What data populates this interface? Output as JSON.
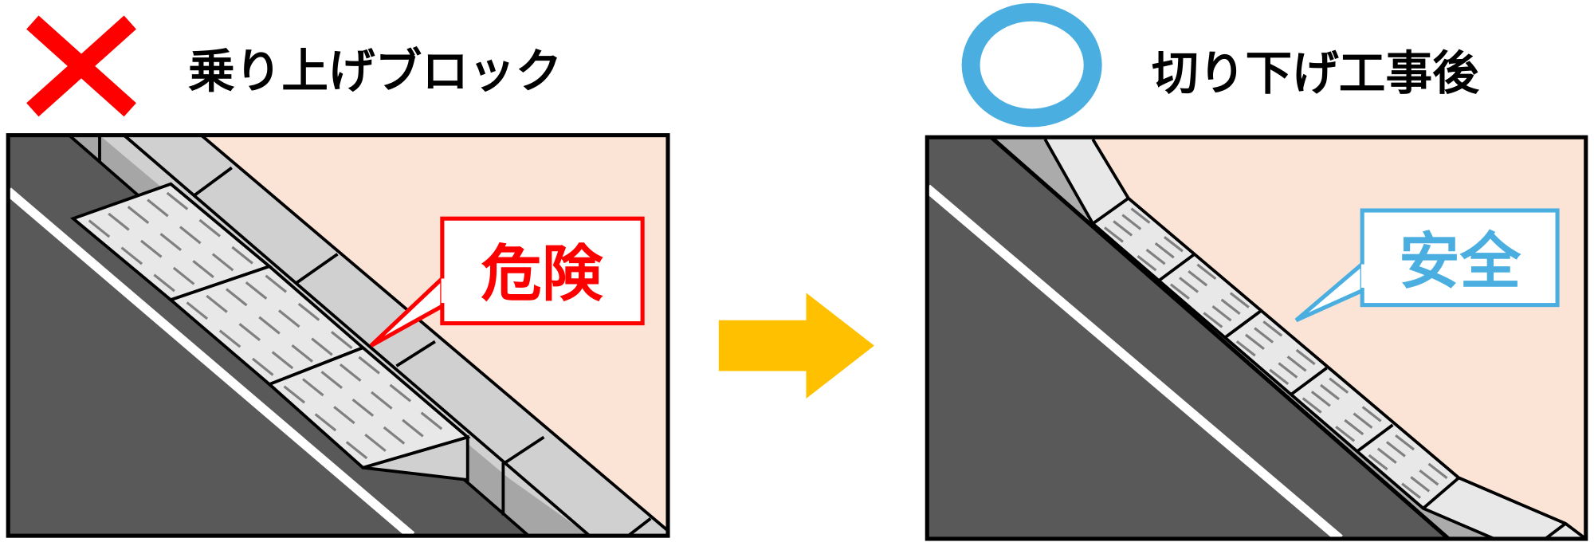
{
  "left": {
    "mark_icon": "cross-icon",
    "title": "乗り上げブロック",
    "callout": "危険",
    "mark_color": "#FF0000"
  },
  "right": {
    "mark_icon": "circle-icon",
    "title": "切り下げ工事後",
    "callout": "安全",
    "mark_color": "#4AAFE0"
  },
  "arrow": {
    "icon": "arrow-right-icon",
    "color": "#FFC000"
  }
}
